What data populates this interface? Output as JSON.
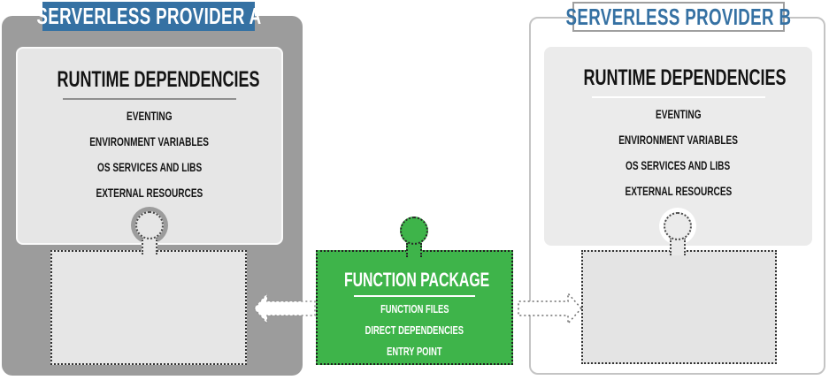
{
  "colors": {
    "provider_blue": "#3571a3",
    "box_gray": "#9c9c9c",
    "panel_gray": "#e6e6e6",
    "package_green": "#3eb44a"
  },
  "provider_a": {
    "header": "SERVERLESS PROVIDER A",
    "runtime": {
      "title": "RUNTIME DEPENDENCIES",
      "items": [
        "EVENTING",
        "ENVIRONMENT VARIABLES",
        "OS SERVICES AND LIBS",
        "EXTERNAL RESOURCES"
      ]
    }
  },
  "provider_b": {
    "header": "SERVERLESS PROVIDER B",
    "runtime": {
      "title": "RUNTIME DEPENDENCIES",
      "items": [
        "EVENTING",
        "ENVIRONMENT VARIABLES",
        "OS SERVICES AND LIBS",
        "EXTERNAL RESOURCES"
      ]
    }
  },
  "package": {
    "title": "FUNCTION PACKAGE",
    "items": [
      "FUNCTION FILES",
      "DIRECT DEPENDENCIES",
      "ENTRY POINT"
    ]
  }
}
